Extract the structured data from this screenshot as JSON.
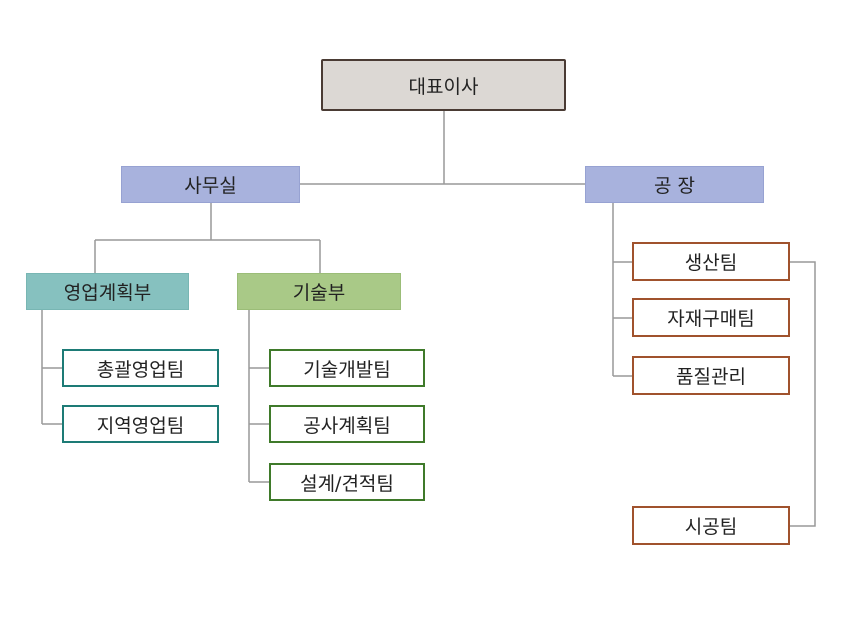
{
  "org_chart": {
    "ceo": "대표이사",
    "office": {
      "label": "사무실",
      "departments": [
        {
          "label": "영업계획부",
          "teams": [
            "총괄영업팀",
            "지역영업팀"
          ]
        },
        {
          "label": "기술부",
          "teams": [
            "기술개발팀",
            "공사계획팀",
            "설계/견적팀"
          ]
        }
      ]
    },
    "factory": {
      "label": "공 장",
      "teams": [
        "생산팀",
        "자재구매팀",
        "품질관리"
      ],
      "linked_team": "시공팀"
    }
  },
  "colors": {
    "ceo_fill": "#dcd8d4",
    "ceo_border": "#4a3b34",
    "office_fill": "#a8b2dd",
    "sales_fill": "#86c1bf",
    "tech_fill": "#a9c987",
    "teal_border": "#1d7b76",
    "green_border": "#3f7a2a",
    "brown_border": "#a0522d",
    "connector": "#999999"
  }
}
